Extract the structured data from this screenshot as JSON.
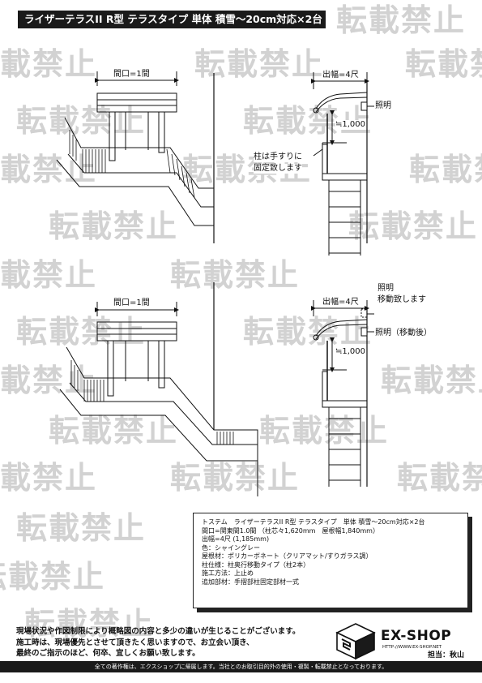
{
  "title": "ライザーテラスII R型 テラスタイプ 単体 積雪～20cm対応×2台",
  "watermark": "転載禁止",
  "diagram_top": {
    "frontage_label": "間口=1間",
    "projection_label": "出幅=4尺",
    "light_label": "照明",
    "height_label": "≒1,000",
    "post_note_line1": "柱は手すりに",
    "post_note_line2": "固定致します"
  },
  "diagram_bottom": {
    "frontage_label": "間口=1間",
    "projection_label": "出幅=4尺",
    "light_move_line1": "照明",
    "light_move_line2": "移動致します",
    "light_after_label": "照明（移動後）",
    "height_label": "≒1,000"
  },
  "spec": {
    "lines": [
      "トステム　ライザーテラスII R型 テラスタイプ　単体 積雪～20cm対応×2台",
      "間口=関東間1.0間 （柱芯々1,620mm　屋根幅1,840mm）",
      "出幅=4尺 (1,185mm)",
      "色：シャイングレー",
      "屋根材：ポリカーボネート（クリアマット/すりガラス調）",
      "柱仕様：柱奥行移動タイプ（柱2本）",
      "施工方法：上止め",
      "追加部材：手摺部柱固定部材一式"
    ]
  },
  "notes": {
    "lines": [
      "現場状況や作図制限により概略図の内容と多少の違いが生じることがございます。",
      "施工時は、現場優先とさせて頂きたく思いますので、お立会い頂き、",
      "最終のご指示のほど、何卒、宜しくお願い致します。"
    ]
  },
  "brand": {
    "name": "EX-SHOP",
    "url": "HTTP://WWW.EX-SHOP.NET",
    "staff": "担当：秋山"
  },
  "footer": "全ての著作権は、エクスショップに帰属します。当社とのお取引目的外の使用・複製・転載禁止となっております。"
}
